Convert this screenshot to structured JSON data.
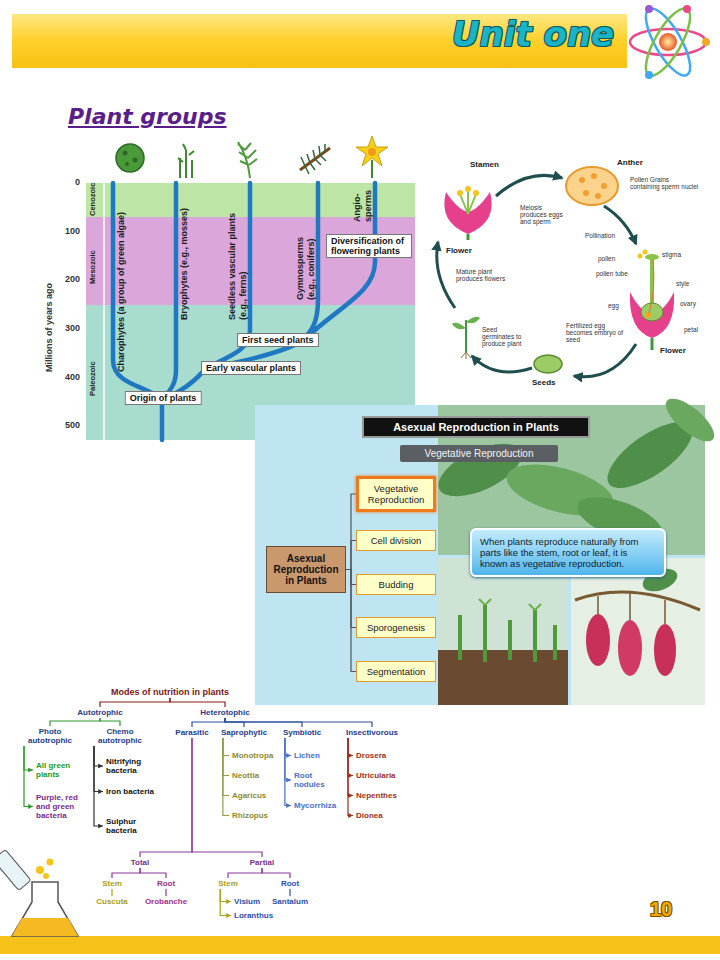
{
  "diagram": {
    "title": "Plant groups",
    "nodes": [
      {
        "text": [
          "Origin of plants"
        ]
      },
      {
        "text": [
          "Early vascular plants"
        ]
      },
      {
        "text": [
          "First seed plants"
        ]
      },
      {
        "text": [
          "Diversification of flowering plants"
        ]
      },
      {
        "text": [
          "Asexual Reproduction in Plants"
        ]
      },
      {
        "text": [
          "Vegetative Reproduction"
        ]
      },
      {
        "text": [
          "Asexual Reproduction in Plants"
        ]
      },
      {
        "text": [
          "Vegetative Reproduction"
        ]
      },
      {
        "text": [
          "Cell division"
        ]
      },
      {
        "text": [
          "Budding"
        ]
      },
      {
        "text": [
          "Sporogenesis"
        ]
      },
      {
        "text": [
          "Segmentation"
        ]
      },
      {
        "text": [
          "When plants reproduce naturally from parts like the stem, root or leaf, it is known as vegetative reproduction."
        ]
      },
      {
        "text": [
          "Modes of nutrition in plants"
        ]
      },
      {
        "text": [
          "Autotrophic"
        ]
      },
      {
        "text": [
          "Heterotophic"
        ]
      },
      {
        "text": [
          "Photo autotrophic"
        ]
      },
      {
        "text": [
          "Chemo autotrophic"
        ]
      },
      {
        "text": [
          "All green plants"
        ]
      },
      {
        "text": [
          "Purple, red and green bacteria"
        ]
      },
      {
        "text": [
          "Nitrifying bacteria"
        ]
      },
      {
        "text": [
          "Iron bacteria"
        ]
      },
      {
        "text": [
          "Sulphur bacteria"
        ]
      },
      {
        "text": [
          "Parasitic"
        ]
      },
      {
        "text": [
          "Saprophytic"
        ]
      },
      {
        "text": [
          "Symbiotic"
        ]
      },
      {
        "text": [
          "Insectivorous"
        ]
      },
      {
        "text": [
          "Monotropa"
        ]
      },
      {
        "text": [
          "Neottia"
        ]
      },
      {
        "text": [
          "Agaricus"
        ]
      },
      {
        "text": [
          "Rhizopus"
        ]
      },
      {
        "text": [
          "Lichen"
        ]
      },
      {
        "text": [
          "Root nodules"
        ]
      },
      {
        "text": [
          "Mycorrhiza"
        ]
      },
      {
        "text": [
          "Drosera"
        ]
      },
      {
        "text": [
          "Utricularia"
        ]
      },
      {
        "text": [
          "Nepenthes"
        ]
      },
      {
        "text": [
          "Dionea"
        ]
      },
      {
        "text": [
          "Total"
        ]
      },
      {
        "text": [
          "Partial"
        ]
      },
      {
        "text": [
          "Stem"
        ]
      },
      {
        "text": [
          "Root"
        ]
      },
      {
        "text": [
          "Cuscuta"
        ]
      },
      {
        "text": [
          "Orobanche"
        ]
      },
      {
        "text": [
          "Stem"
        ]
      },
      {
        "text": [
          "Root"
        ]
      },
      {
        "text": [
          "Visium"
        ]
      },
      {
        "text": [
          "Loranthus"
        ]
      },
      {
        "text": [
          "Santalum"
        ]
      }
    ],
    "edges": [
      {
        "from": 6,
        "to": 7,
        "arrow": "none"
      },
      {
        "from": 6,
        "to": 8,
        "arrow": "none"
      },
      {
        "from": 6,
        "to": 9,
        "arrow": "none"
      },
      {
        "from": 6,
        "to": 10,
        "arrow": "none"
      },
      {
        "from": 6,
        "to": 11,
        "arrow": "none"
      },
      {
        "from": 13,
        "to": 14,
        "arrow": "none"
      },
      {
        "from": 13,
        "to": 15,
        "arrow": "none"
      },
      {
        "from": 14,
        "to": 16,
        "arrow": "none"
      },
      {
        "from": 14,
        "to": 17,
        "arrow": "none"
      },
      {
        "from": 16,
        "to": 18,
        "arrow": "to"
      },
      {
        "from": 16,
        "to": 19,
        "arrow": "to"
      },
      {
        "from": 17,
        "to": 20,
        "arrow": "to"
      },
      {
        "from": 17,
        "to": 21,
        "arrow": "to"
      },
      {
        "from": 17,
        "to": 22,
        "arrow": "to"
      },
      {
        "from": 15,
        "to": 23,
        "arrow": "none"
      },
      {
        "from": 15,
        "to": 24,
        "arrow": "none"
      },
      {
        "from": 15,
        "to": 25,
        "arrow": "none"
      },
      {
        "from": 15,
        "to": 26,
        "arrow": "none"
      },
      {
        "from": 24,
        "to": 27,
        "arrow": "none"
      },
      {
        "from": 24,
        "to": 28,
        "arrow": "none"
      },
      {
        "from": 24,
        "to": 29,
        "arrow": "none"
      },
      {
        "from": 24,
        "to": 30,
        "arrow": "none"
      },
      {
        "from": 25,
        "to": 31,
        "arrow": "to"
      },
      {
        "from": 25,
        "to": 32,
        "arrow": "to"
      },
      {
        "from": 25,
        "to": 33,
        "arrow": "to"
      },
      {
        "from": 26,
        "to": 34,
        "arrow": "to"
      },
      {
        "from": 26,
        "to": 35,
        "arrow": "to"
      },
      {
        "from": 26,
        "to": 36,
        "arrow": "to"
      },
      {
        "from": 26,
        "to": 37,
        "arrow": "to"
      },
      {
        "from": 23,
        "to": 38,
        "arrow": "none"
      },
      {
        "from": 23,
        "to": 39,
        "arrow": "none"
      },
      {
        "from": 38,
        "to": 40,
        "arrow": "none"
      },
      {
        "from": 38,
        "to": 41,
        "arrow": "none"
      },
      {
        "from": 39,
        "to": 44,
        "arrow": "none"
      },
      {
        "from": 39,
        "to": 45,
        "arrow": "none"
      },
      {
        "from": 40,
        "to": 42,
        "arrow": "none"
      },
      {
        "from": 41,
        "to": 43,
        "arrow": "none"
      },
      {
        "from": 44,
        "to": 46,
        "arrow": "to"
      },
      {
        "from": 44,
        "to": 47,
        "arrow": "to"
      },
      {
        "from": 45,
        "to": 48,
        "arrow": "none"
      }
    ],
    "labels": [
      "Unit one",
      "Millions of years ago",
      "0",
      "100",
      "200",
      "300",
      "400",
      "500",
      "Cenozoic",
      "Mesozoic",
      "Paleozoic",
      "Charophytes (a group of green algae)",
      "Bryophytes (e.g., mosses)",
      "Seedless vascular plants (e.g., ferns)",
      "Gymnosperms (e.g., conifers)",
      "Angio-sperms",
      "Stamen",
      "Anther",
      "Flower",
      "Meiosis produces eggs and sperm",
      "Pollen Grains containing sperm nuclei",
      "Pollination",
      "pollen",
      "stigma",
      "pollen tube",
      "style",
      "egg",
      "ovary",
      "petal",
      "Flower",
      "Fertilized egg becomes embryo of seed",
      "Seeds",
      "Seed germinates to produce plant",
      "Mature plant produces flowers",
      "10"
    ]
  }
}
